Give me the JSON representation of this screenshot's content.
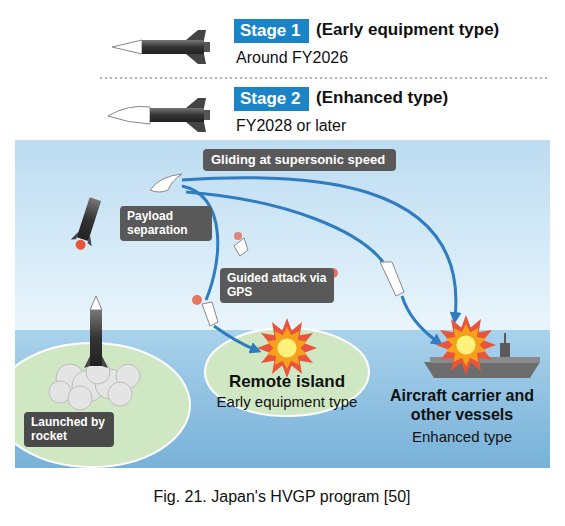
{
  "diagram": {
    "caption": "Fig. 21. Japan's HVGP program [50]",
    "nodes": [
      {
        "text": [
          "Stage 1"
        ]
      },
      {
        "text": [
          "Stage 2"
        ]
      },
      {
        "text": [
          "Gliding at supersonic speed"
        ]
      },
      {
        "text": [
          "Payload separation"
        ]
      },
      {
        "text": [
          "Guided attack via GPS"
        ]
      },
      {
        "text": [
          "Launched by rocket"
        ]
      }
    ],
    "labels": [
      "(Early equipment type)",
      "Around FY2026",
      "(Enhanced type)",
      "FY2028 or later",
      "Remote island",
      "Early equipment type",
      "Aircraft carrier and other vessels",
      "Enhanced type"
    ]
  }
}
